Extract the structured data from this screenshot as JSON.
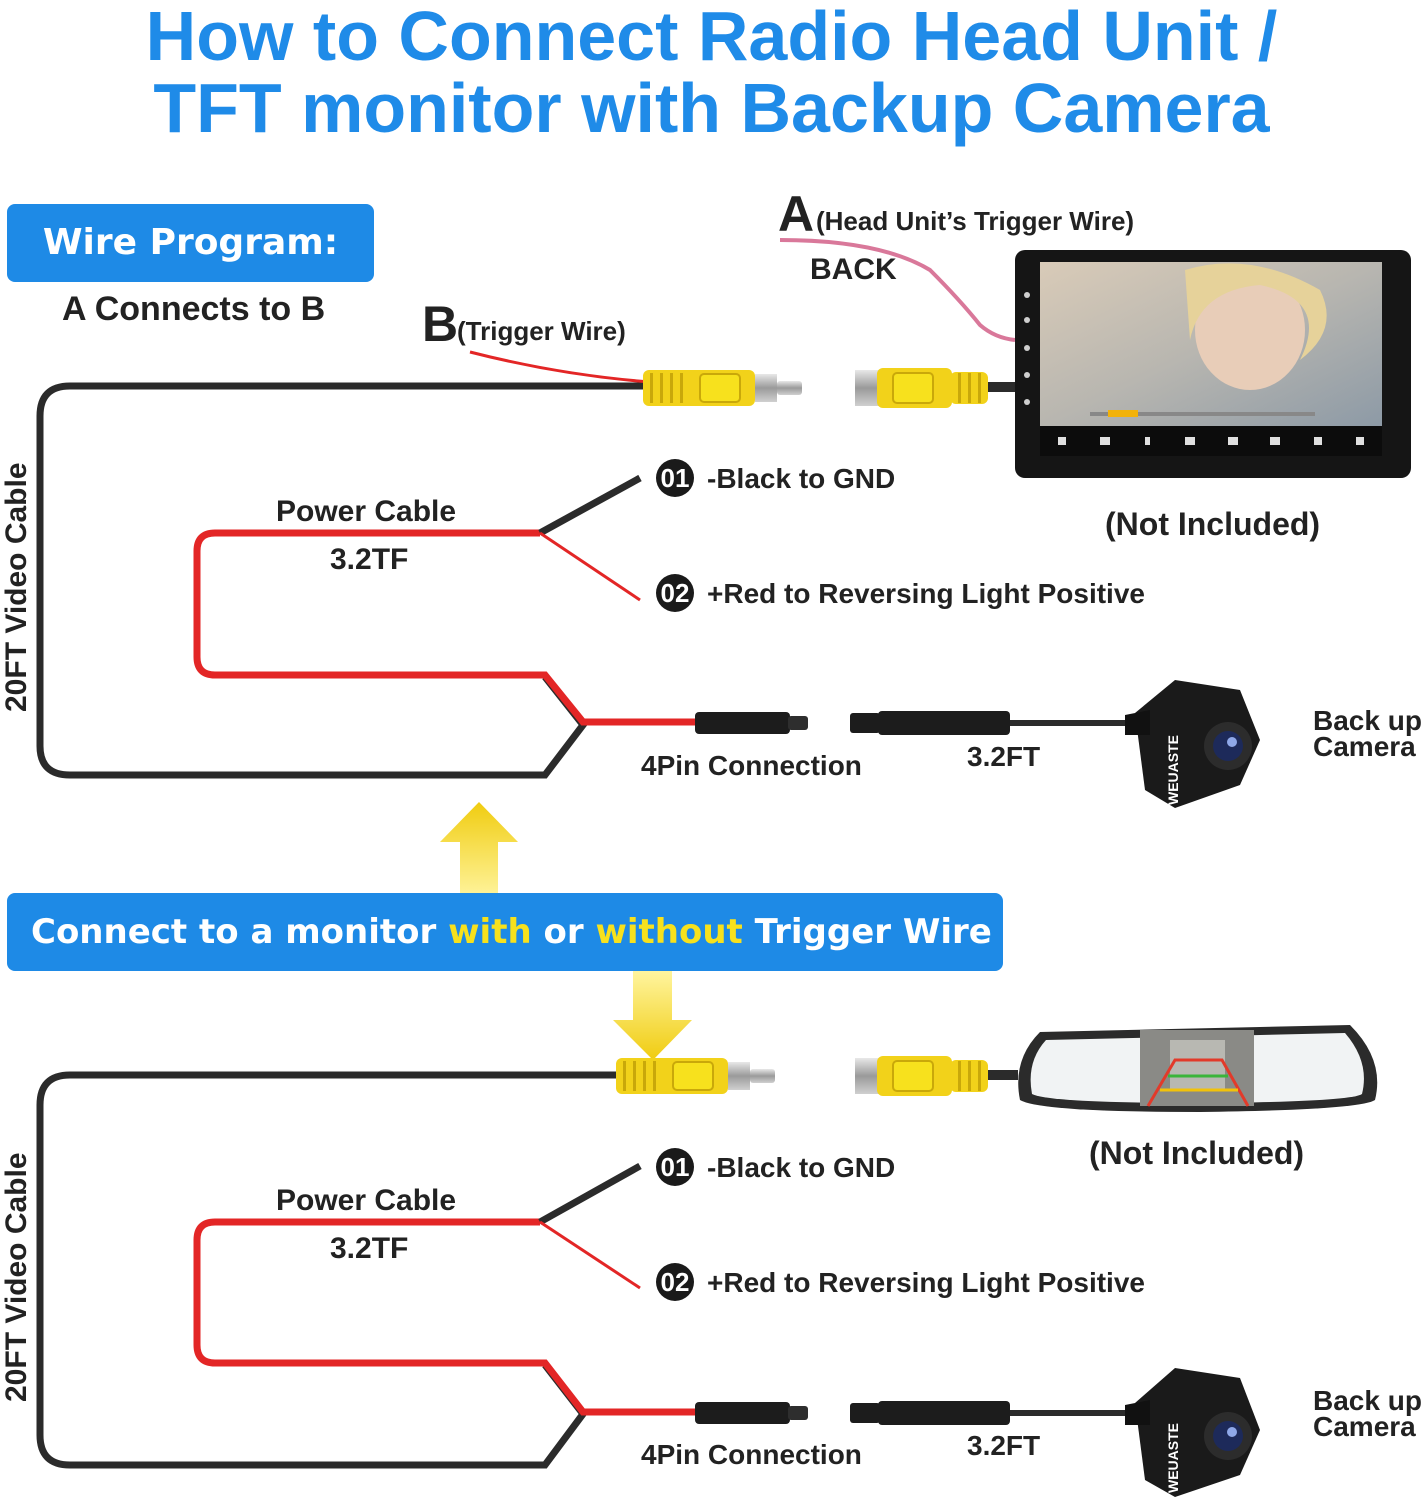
{
  "title_line1": "How to Connect Radio Head Unit /",
  "title_line2": "TFT monitor with Backup Camera",
  "wire_program": {
    "badge": "Wire Program:",
    "subtitle": "A Connects to B"
  },
  "connect_banner": {
    "part1": "Connect to a monitor ",
    "part2": "with",
    "part3": " or ",
    "part4": "without",
    "part5": " Trigger Wire"
  },
  "top": {
    "a_letter": "A",
    "a_text": "(Head Unit’s Trigger Wire)",
    "back_label": "BACK",
    "b_letter": "B",
    "b_text": "(Trigger Wire)",
    "video_cable": "20FT Video Cable",
    "power_cable": "Power Cable",
    "power_len": "3.2TF",
    "n01": "01",
    "black_gnd": "-Black to GND",
    "n02": "02",
    "red_pos": "+Red to Reversing Light Positive",
    "not_included": "(Not Included)",
    "pin_conn": "4Pin Connection",
    "cam_len": "3.2FT",
    "backup_camera_l1": "Back up",
    "backup_camera_l2": "Camera",
    "camera_brand": "WEUASTE"
  },
  "bottom": {
    "video_cable": "20FT Video Cable",
    "power_cable": "Power Cable",
    "power_len": "3.2TF",
    "n01": "01",
    "black_gnd": "-Black to GND",
    "n02": "02",
    "red_pos": "+Red to Reversing Light Positive",
    "not_included": "(Not Included)",
    "pin_conn": "4Pin Connection",
    "cam_len": "3.2FT",
    "backup_camera_l1": "Back up",
    "backup_camera_l2": "Camera",
    "camera_brand": "WEUASTE"
  },
  "colors": {
    "title_blue": "#1f8be8",
    "badge_blue": "#1e8ae6",
    "highlight_yellow": "#f7e11d",
    "rca_yellow": "#f2d21a",
    "wire_red": "#e32626",
    "wire_black": "#2b2b2b",
    "trigger_pink": "#d9789a",
    "arrow_yellow": "#f0cc10"
  }
}
